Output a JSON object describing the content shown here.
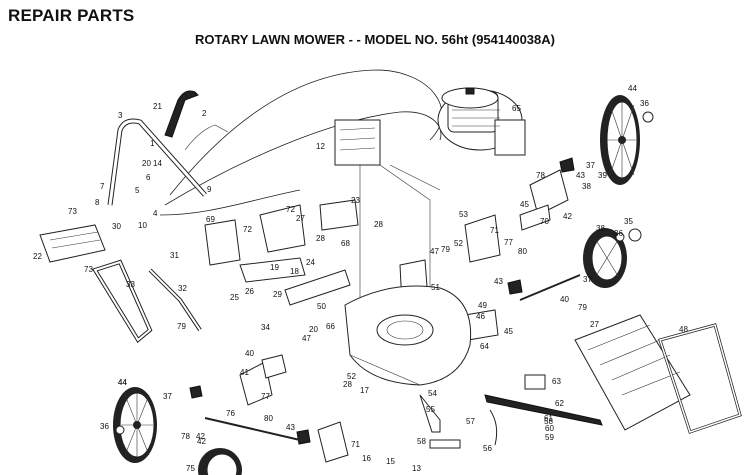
{
  "header": {
    "title": "REPAIR PARTS",
    "subtitle": "ROTARY LAWN MOWER - - MODEL NO. 56ht (954140038A)"
  },
  "callouts": [
    "44",
    "36",
    "65",
    "21",
    "2",
    "3",
    "12",
    "1",
    "20",
    "14",
    "6",
    "7",
    "5",
    "8",
    "4",
    "9",
    "10",
    "73",
    "22",
    "30",
    "69",
    "72",
    "72",
    "27",
    "28",
    "23",
    "28",
    "68",
    "53",
    "45",
    "78",
    "43",
    "39",
    "38",
    "37",
    "70",
    "42",
    "35",
    "36",
    "38",
    "37",
    "47",
    "79",
    "52",
    "77",
    "71",
    "80",
    "43",
    "31",
    "33",
    "25",
    "26",
    "18",
    "24",
    "32",
    "73",
    "29",
    "19",
    "40",
    "41",
    "42",
    "50",
    "51",
    "20",
    "47",
    "79",
    "34",
    "49",
    "46",
    "45",
    "27",
    "48",
    "66",
    "64",
    "40",
    "79",
    "52",
    "28",
    "63",
    "62",
    "17",
    "54",
    "55",
    "57",
    "58",
    "56",
    "44",
    "36",
    "37",
    "77",
    "80",
    "43",
    "71",
    "16",
    "15",
    "13",
    "58",
    "59",
    "60",
    "61",
    "42",
    "44",
    "78",
    "75",
    "76"
  ]
}
